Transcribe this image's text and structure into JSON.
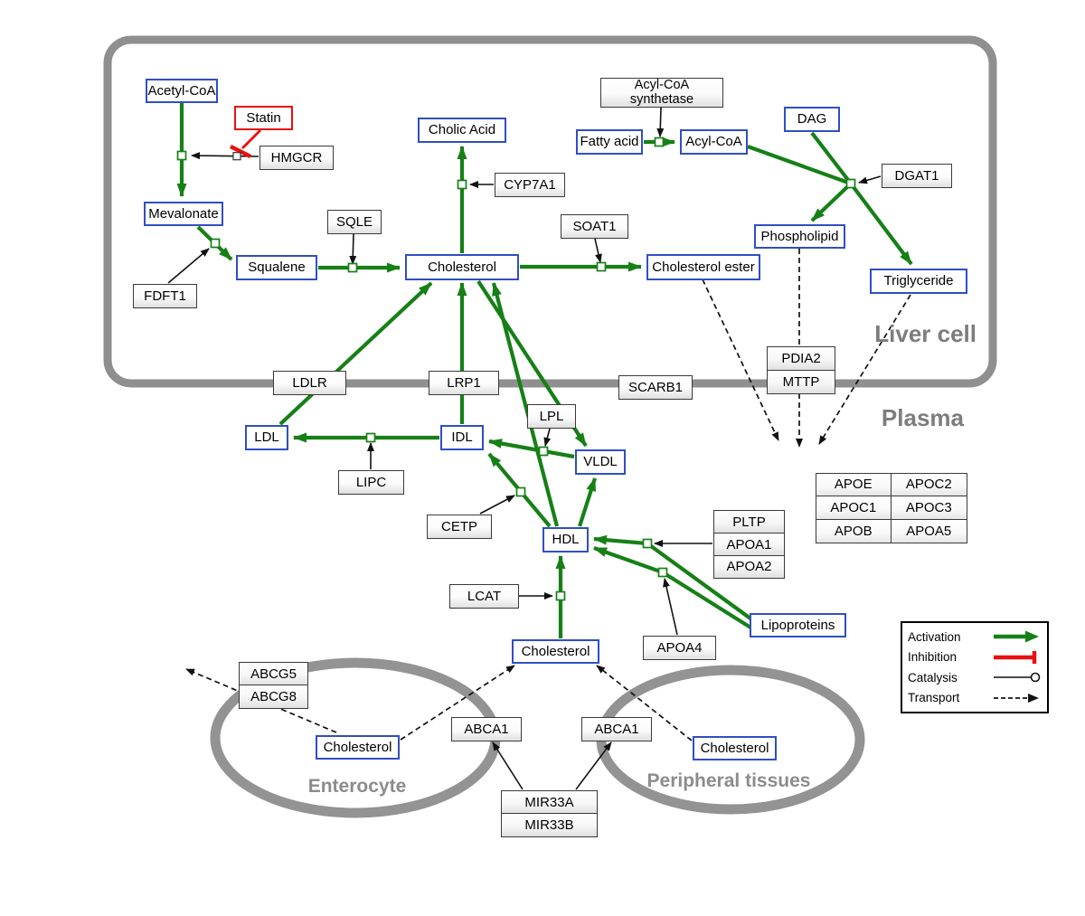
{
  "regions": {
    "liver_cell": "Liver cell",
    "plasma": "Plasma",
    "enterocyte": "Enterocyte",
    "peripheral_tissues": "Peripheral tissues"
  },
  "nodes": {
    "acetyl_coa": "Acetyl-CoA",
    "statin": "Statin",
    "hmgcr": "HMGCR",
    "mevalonate": "Mevalonate",
    "fdft1": "FDFT1",
    "squalene": "Squalene",
    "sqle": "SQLE",
    "cholesterol_liver": "Cholesterol",
    "cholic_acid": "Cholic Acid",
    "cyp7a1": "CYP7A1",
    "soat1": "SOAT1",
    "cholesterol_ester": "Cholesterol ester",
    "fatty_acid": "Fatty acid",
    "acyl_coa_synthetase_l1": "Acyl-CoA",
    "acyl_coa_synthetase_l2": "synthetase",
    "acyl_coa": "Acyl-CoA",
    "dag": "DAG",
    "dgat1": "DGAT1",
    "phospholipid": "Phospholipid",
    "triglyceride": "Triglyceride",
    "ldlr": "LDLR",
    "lrp1": "LRP1",
    "scarb1": "SCARB1",
    "pdia2": "PDIA2",
    "mttp": "MTTP",
    "ldl": "LDL",
    "idl": "IDL",
    "lipc": "LIPC",
    "lpl": "LPL",
    "vldl": "VLDL",
    "cetp": "CETP",
    "hdl": "HDL",
    "pltp": "PLTP",
    "apoa1": "APOA1",
    "apoa2": "APOA2",
    "apo_table": [
      [
        "APOE",
        "APOC2"
      ],
      [
        "APOC1",
        "APOC3"
      ],
      [
        "APOB",
        "APOA5"
      ]
    ],
    "lcat": "LCAT",
    "apoa4": "APOA4",
    "lipoproteins": "Lipoproteins",
    "cholesterol_plasma": "Cholesterol",
    "abcg5": "ABCG5",
    "abcg8": "ABCG8",
    "cholesterol_enterocyte": "Cholesterol",
    "abca1_left": "ABCA1",
    "abca1_right": "ABCA1",
    "cholesterol_peripheral": "Cholesterol",
    "mir33a": "MIR33A",
    "mir33b": "MIR33B"
  },
  "legend": {
    "activation": "Activation",
    "inhibition": "Inhibition",
    "catalysis": "Catalysis",
    "transport": "Transport"
  },
  "colors": {
    "activation_green": "#168016",
    "inhibition_red": "#e81010",
    "entity_border_blue": "#2f4fc1",
    "membrane_gray": "#8f8f8f"
  }
}
